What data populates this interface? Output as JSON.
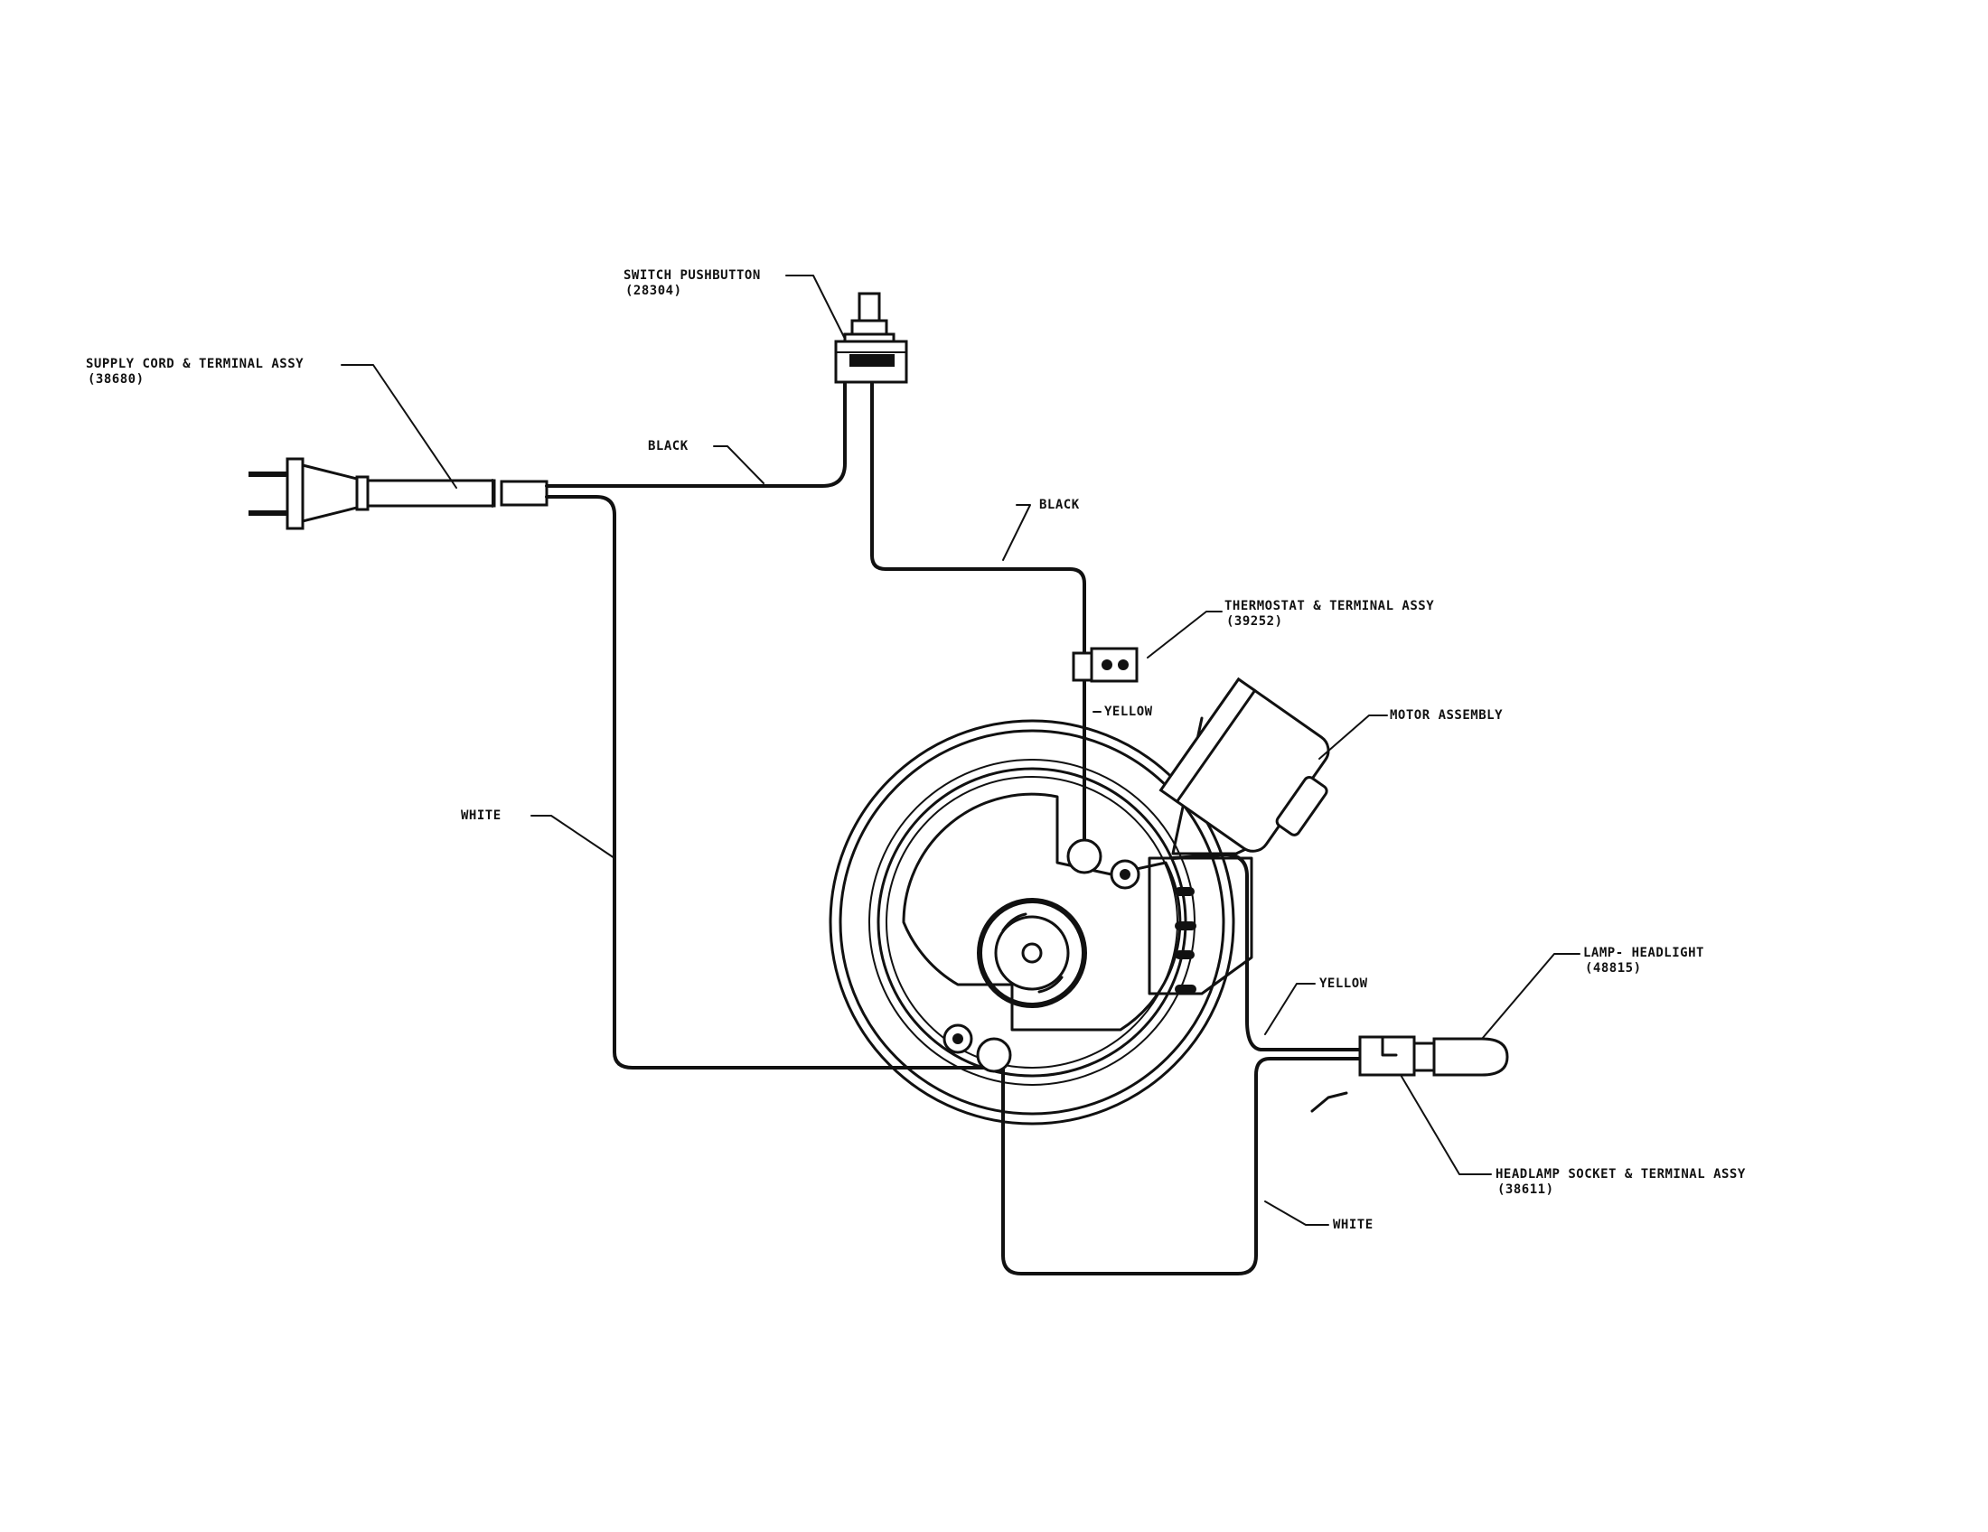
{
  "labels": {
    "supply_cord": "SUPPLY CORD & TERMINAL ASSY",
    "supply_cord_part": "(38680)",
    "switch": "SWITCH PUSHBUTTON",
    "switch_part": "(28304)",
    "black_1": "BLACK",
    "black_2": "BLACK",
    "thermostat": "THERMOSTAT & TERMINAL ASSY",
    "thermostat_part": "(39252)",
    "yellow_1": "YELLOW",
    "motor": "MOTOR ASSEMBLY",
    "white_1": "WHITE",
    "lamp": "LAMP- HEADLIGHT",
    "lamp_part": "(48815)",
    "yellow_2": "YELLOW",
    "headlamp_socket": "HEADLAMP SOCKET & TERMINAL ASSY",
    "headlamp_socket_part": "(38611)",
    "white_2": "WHITE"
  }
}
